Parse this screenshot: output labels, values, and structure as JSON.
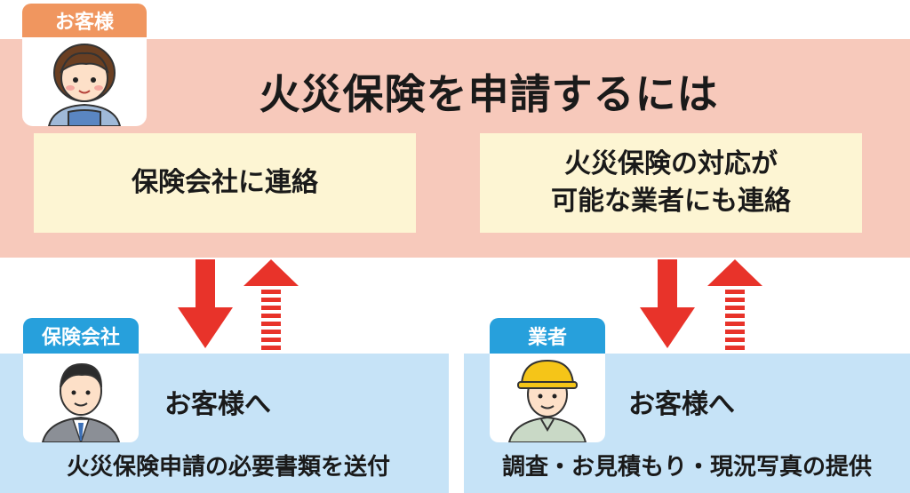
{
  "header": {
    "customer_tag": "お客様",
    "title": "火災保険を申請するには"
  },
  "steps": {
    "left_box": "保険会社に連絡",
    "right_box_line1": "火災保険の対応が",
    "right_box_line2": "可能な業者にも連絡"
  },
  "insurer": {
    "tag": "保険会社",
    "to_customer": "お客様へ",
    "action": "火災保険申請の必要書類を送付"
  },
  "vendor": {
    "tag": "業者",
    "to_customer": "お客様へ",
    "action": "調査・お見積もり・現況写真の提供"
  },
  "colors": {
    "top_band": "#f7c9bb",
    "yellow_box": "#fdf5d3",
    "blue_panel": "#c6e3f7",
    "orange_tag": "#f0965f",
    "blue_tag": "#27a0dc",
    "arrow_red": "#e8332a"
  }
}
